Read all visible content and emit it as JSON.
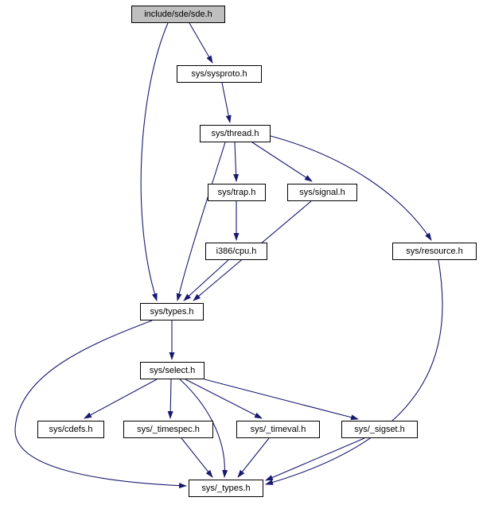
{
  "diagram": {
    "type": "include-dependency-graph",
    "edge_color": "#191970",
    "node_border_color": "#000000",
    "node_fill": "#ffffff",
    "root_fill": "#bfbfbf",
    "nodes": [
      {
        "id": "include/sde/sde.h",
        "label": "include/sde/sde.h",
        "root": true
      },
      {
        "id": "sys/sysproto.h",
        "label": "sys/sysproto.h",
        "root": false
      },
      {
        "id": "sys/thread.h",
        "label": "sys/thread.h",
        "root": false
      },
      {
        "id": "sys/trap.h",
        "label": "sys/trap.h",
        "root": false
      },
      {
        "id": "sys/signal.h",
        "label": "sys/signal.h",
        "root": false
      },
      {
        "id": "i386/cpu.h",
        "label": "i386/cpu.h",
        "root": false
      },
      {
        "id": "sys/resource.h",
        "label": "sys/resource.h",
        "root": false
      },
      {
        "id": "sys/types.h",
        "label": "sys/types.h",
        "root": false
      },
      {
        "id": "sys/select.h",
        "label": "sys/select.h",
        "root": false
      },
      {
        "id": "sys/cdefs.h",
        "label": "sys/cdefs.h",
        "root": false
      },
      {
        "id": "sys/_timespec.h",
        "label": "sys/_timespec.h",
        "root": false
      },
      {
        "id": "sys/_timeval.h",
        "label": "sys/_timeval.h",
        "root": false
      },
      {
        "id": "sys/_sigset.h",
        "label": "sys/_sigset.h",
        "root": false
      },
      {
        "id": "sys/_types.h",
        "label": "sys/_types.h",
        "root": false
      }
    ],
    "edges": [
      {
        "from": "include/sde/sde.h",
        "to": "sys/sysproto.h"
      },
      {
        "from": "include/sde/sde.h",
        "to": "sys/types.h"
      },
      {
        "from": "sys/sysproto.h",
        "to": "sys/thread.h"
      },
      {
        "from": "sys/thread.h",
        "to": "sys/trap.h"
      },
      {
        "from": "sys/thread.h",
        "to": "sys/signal.h"
      },
      {
        "from": "sys/thread.h",
        "to": "sys/types.h"
      },
      {
        "from": "sys/thread.h",
        "to": "sys/resource.h"
      },
      {
        "from": "sys/trap.h",
        "to": "i386/cpu.h"
      },
      {
        "from": "sys/signal.h",
        "to": "sys/types.h"
      },
      {
        "from": "i386/cpu.h",
        "to": "sys/types.h"
      },
      {
        "from": "sys/resource.h",
        "to": "sys/_types.h"
      },
      {
        "from": "sys/types.h",
        "to": "sys/select.h"
      },
      {
        "from": "sys/types.h",
        "to": "sys/_types.h"
      },
      {
        "from": "sys/select.h",
        "to": "sys/cdefs.h"
      },
      {
        "from": "sys/select.h",
        "to": "sys/_timespec.h"
      },
      {
        "from": "sys/select.h",
        "to": "sys/_timeval.h"
      },
      {
        "from": "sys/select.h",
        "to": "sys/_sigset.h"
      },
      {
        "from": "sys/select.h",
        "to": "sys/_types.h"
      },
      {
        "from": "sys/_timespec.h",
        "to": "sys/_types.h"
      },
      {
        "from": "sys/_timeval.h",
        "to": "sys/_types.h"
      },
      {
        "from": "sys/_sigset.h",
        "to": "sys/_types.h"
      }
    ]
  }
}
